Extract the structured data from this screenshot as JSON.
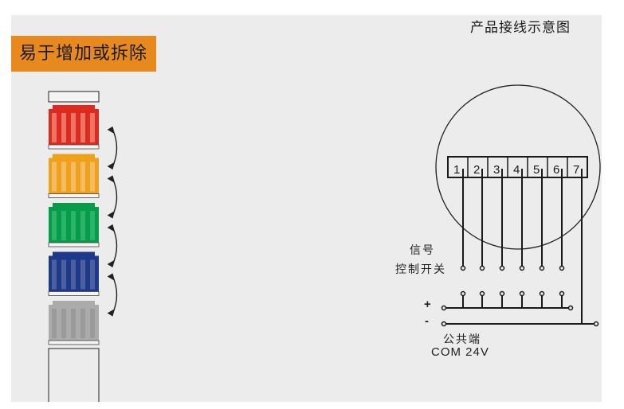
{
  "banner": {
    "text": "易于增加或拆除",
    "color": "#e8891d"
  },
  "title": "产品接线示意图",
  "tower": {
    "modules": [
      {
        "name": "red",
        "color": "#dd2a21",
        "stripe": "#ec7563"
      },
      {
        "name": "amber",
        "color": "#f0a11b",
        "stripe": "#f4bd63"
      },
      {
        "name": "green",
        "color": "#079c4a",
        "stripe": "#2bb36a"
      },
      {
        "name": "blue",
        "color": "#1d3a8a",
        "stripe": "#4d5f9f"
      },
      {
        "name": "grey",
        "color": "#ababab",
        "stripe": "#9a9a9a"
      }
    ]
  },
  "wiring": {
    "terminals": [
      "1",
      "2",
      "3",
      "4",
      "5",
      "6",
      "7"
    ],
    "signal_label_line1": "信号",
    "signal_label_line2": "控制开关",
    "plus_label": "+",
    "minus_label": "-",
    "common_label": "公共端",
    "common_voltage": "COM 24V"
  }
}
